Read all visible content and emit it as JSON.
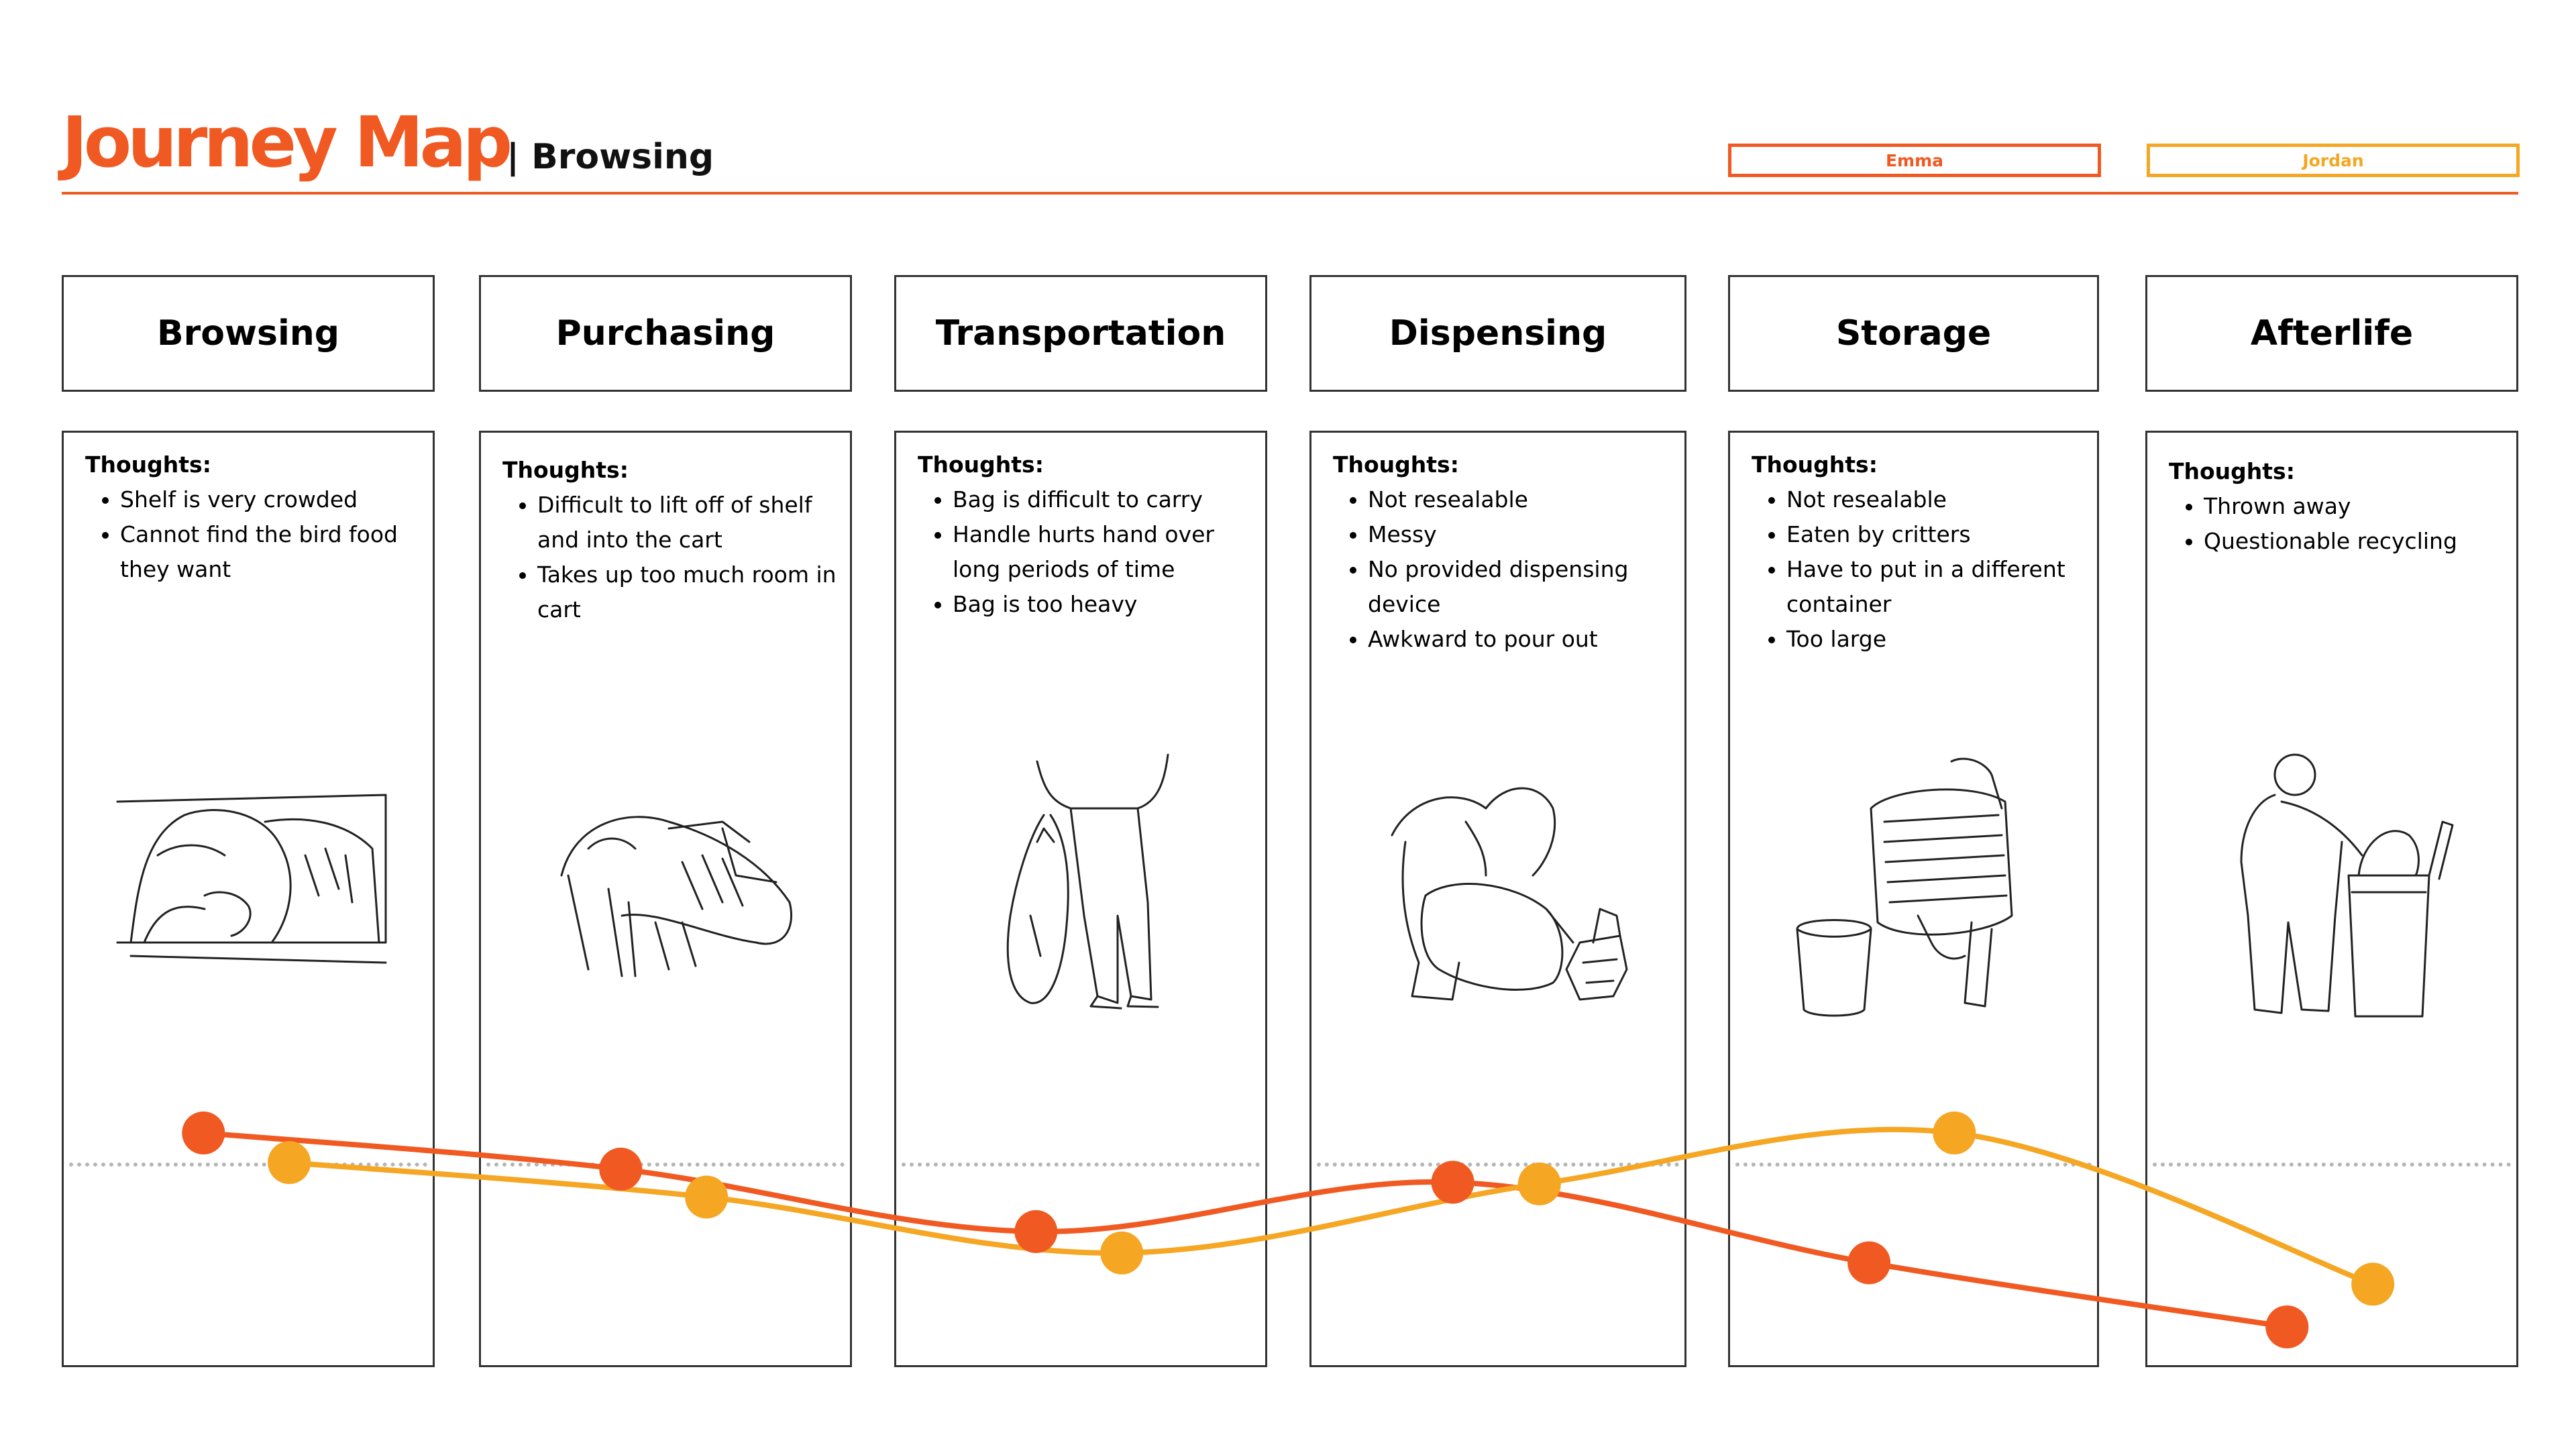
{
  "header": {
    "logo_text": "Journey Map",
    "subtitle": "| Browsing"
  },
  "legend": [
    {
      "name": "Emma",
      "color": "#f05a22"
    },
    {
      "name": "Jordan",
      "color": "#f5a623"
    }
  ],
  "stages": [
    {
      "title": "Browsing",
      "thoughts_title": "Thoughts:",
      "thoughts": [
        "Shelf is very crowded",
        "Cannot find the bird food they want"
      ],
      "illustration": "shelf-bird-food-icon"
    },
    {
      "title": "Purchasing",
      "thoughts_title": "Thoughts:",
      "thoughts": [
        "Difficult to lift off of shelf and into the cart",
        "Takes up too much room in cart"
      ],
      "illustration": "cart-bird-food-icon"
    },
    {
      "title": "Transportation",
      "thoughts_title": "Thoughts:",
      "thoughts": [
        "Bag is difficult to carry",
        "Handle hurts hand over long periods of time",
        "Bag is too heavy"
      ],
      "illustration": "carrying-bag-icon"
    },
    {
      "title": "Dispensing",
      "thoughts_title": "Thoughts:",
      "thoughts": [
        "Not resealable",
        "Messy",
        "No provided dispensing device",
        "Awkward to pour out"
      ],
      "illustration": "pouring-feeder-icon"
    },
    {
      "title": "Storage",
      "thoughts_title": "Thoughts:",
      "thoughts": [
        "Not resealable",
        "Eaten by critters",
        "Have to put in a different container",
        "Too large"
      ],
      "illustration": "bucket-storage-icon"
    },
    {
      "title": "Afterlife",
      "thoughts_title": "Thoughts:",
      "thoughts": [
        "Thrown away",
        "Questionable recycling"
      ],
      "illustration": "trash-can-icon"
    }
  ],
  "chart_data": {
    "type": "line",
    "categories": [
      "Browsing",
      "Purchasing",
      "Transportation",
      "Dispensing",
      "Storage",
      "Afterlife"
    ],
    "ylim": [
      -1,
      1
    ],
    "neutral_line": 0,
    "series": [
      {
        "name": "Emma",
        "color": "#f05a22",
        "values": [
          0.18,
          -0.04,
          -0.42,
          -0.12,
          -0.61,
          -1.0
        ]
      },
      {
        "name": "Jordan",
        "color": "#f5a623",
        "values": [
          0.0,
          -0.21,
          -0.55,
          -0.13,
          0.18,
          -0.74
        ]
      }
    ]
  }
}
